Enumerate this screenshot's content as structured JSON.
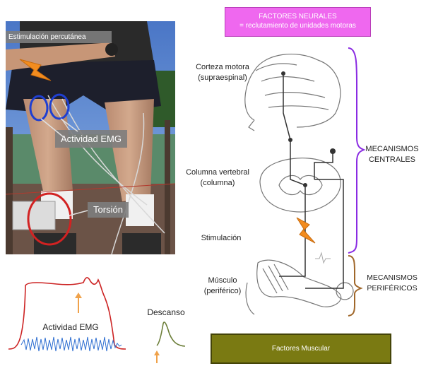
{
  "photo": {
    "label_estimulacion": "Estimulación percutánea",
    "label_actividad_emg": "Actividad EMG",
    "label_torsion": "Torsión"
  },
  "neural_box": {
    "title": "FACTORES NEURALES",
    "subtitle": "= reclutamiento de unidades motoras"
  },
  "diagram_labels": {
    "corteza": "Corteza motora (supraespinal)",
    "columna": "Columna vertebral (columna)",
    "stimulacion": "Stimulación",
    "musculo": "Músculo (periférico)",
    "centrales": "MECANISMOS CENTRALES",
    "perifericos": "MECANISMOS PERIFÉRICOS"
  },
  "graph": {
    "actividad_emg": "Actividad EMG",
    "descanso": "Descanso"
  },
  "muscular_box": {
    "label": "Factores Muscular"
  },
  "colors": {
    "brace_purple": "#8a2be2",
    "brace_brown": "#a0672a",
    "torque_line": "#cc2222",
    "emg_signal": "#2f6fd1",
    "twitch_line": "#6d7f3a",
    "arrow_orange": "#f0a24a",
    "lightning": "#f28c1f"
  }
}
